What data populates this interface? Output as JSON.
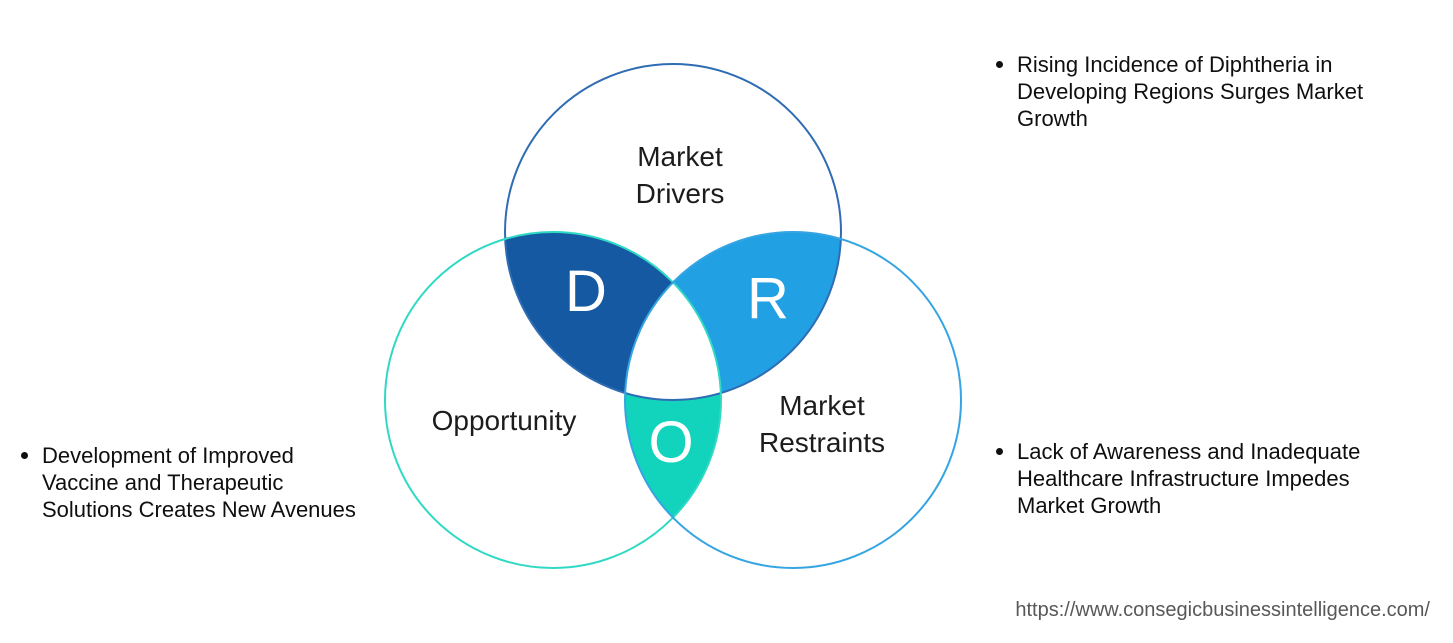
{
  "diagram": {
    "drivers": {
      "label_lines": [
        "Market",
        "Drivers"
      ],
      "letter": "D"
    },
    "opportunity": {
      "label": "Opportunity",
      "letter": "O"
    },
    "restraints": {
      "label_lines": [
        "Market",
        "Restraints"
      ],
      "letter": "R"
    }
  },
  "bullets": {
    "drivers": {
      "lines": [
        "Rising Incidence of Diphtheria in",
        "Developing Regions Surges Market",
        "Growth"
      ]
    },
    "opportunity": {
      "lines": [
        "Development of Improved",
        "Vaccine and Therapeutic",
        "Solutions Creates New Avenues"
      ]
    },
    "restraints": {
      "lines": [
        "Lack of Awareness and Inadequate",
        "Healthcare Infrastructure Impedes",
        "Market Growth"
      ]
    }
  },
  "footer": {
    "url": "https://www.consegicbusinessintelligence.com/"
  },
  "colors": {
    "drivers_overlap": "#1459A1",
    "restraints_overlap": "#21A0E4",
    "opportunity_overlap": "#12D3BC",
    "drivers_stroke": "#2E6CB3",
    "opportunity_stroke": "#2FD9C4",
    "restraints_stroke": "#35A4E2"
  }
}
